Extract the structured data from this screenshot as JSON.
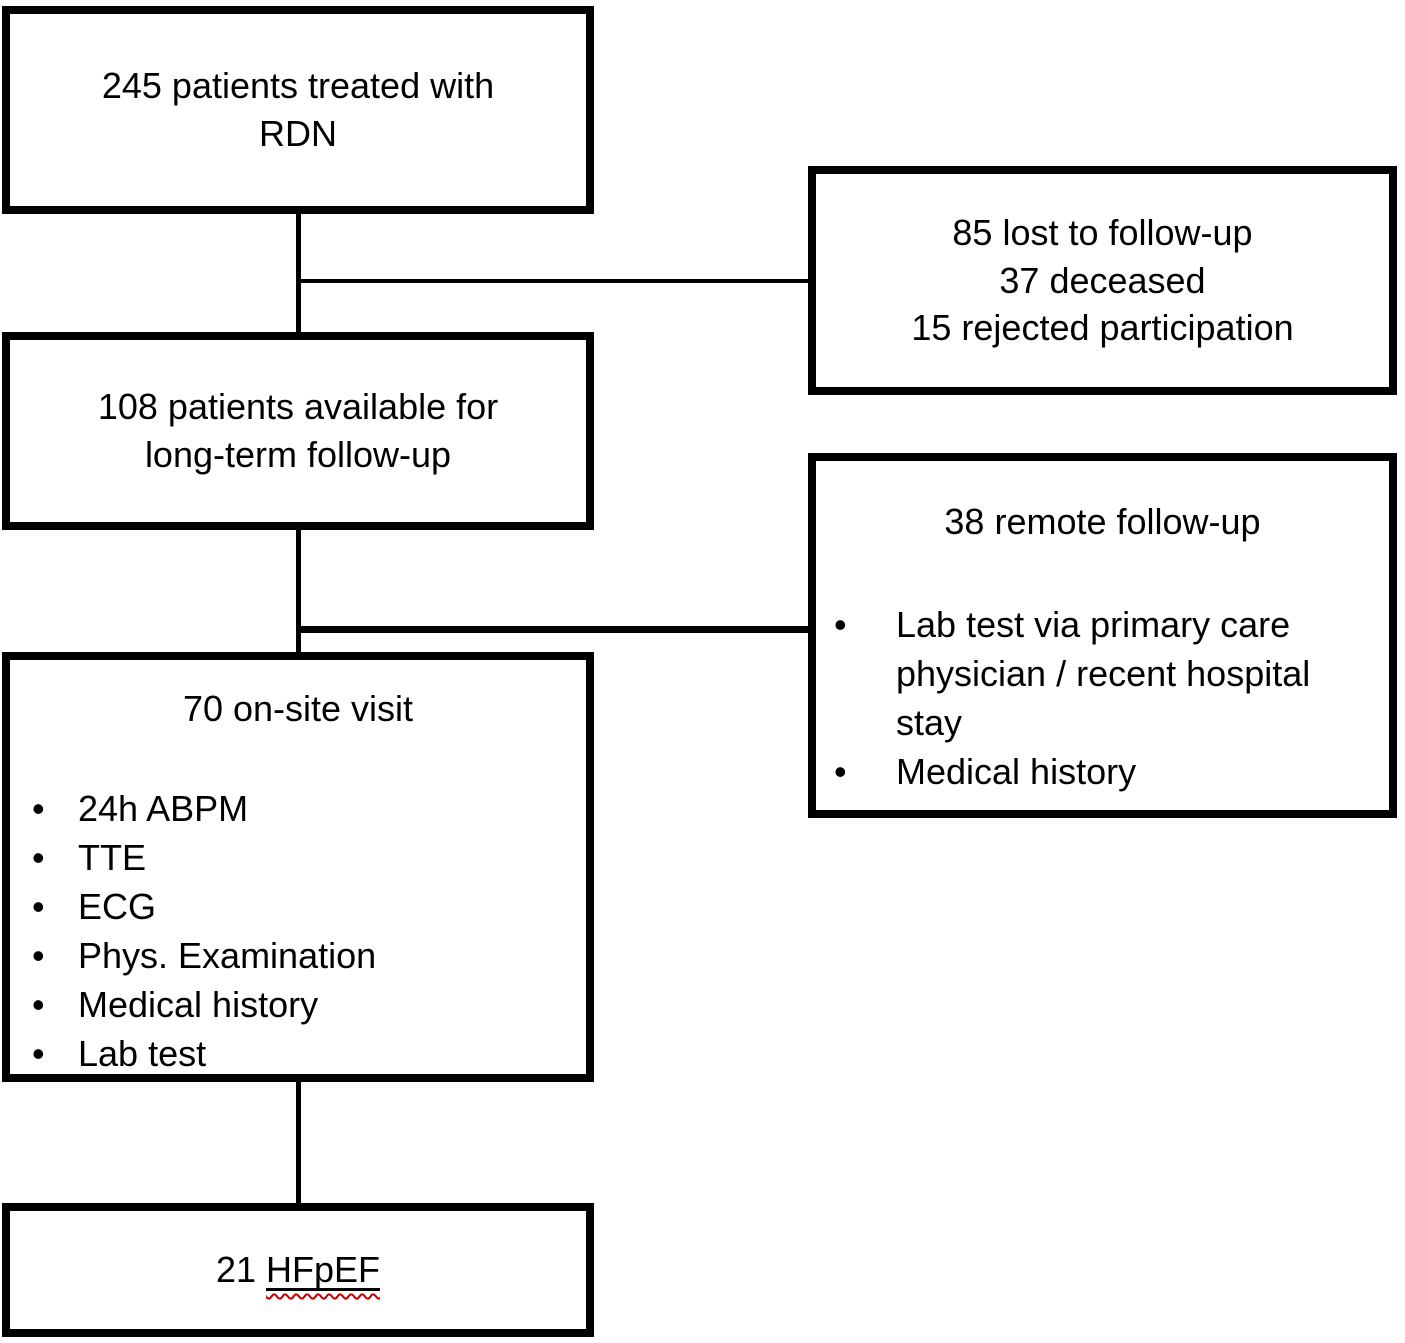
{
  "flowchart": {
    "box_treated": {
      "lines": [
        "245 patients treated with",
        "RDN"
      ]
    },
    "box_excluded": {
      "lines": [
        "85 lost to follow-up",
        "37 deceased",
        "15 rejected participation"
      ]
    },
    "box_available": {
      "lines": [
        "108 patients available for",
        "long-term follow-up"
      ]
    },
    "box_remote": {
      "title": "38 remote follow-up",
      "bullet_marker": "•",
      "bullets": [
        "Lab test via primary care physician / recent hospital stay",
        "Medical history"
      ]
    },
    "box_onsite": {
      "title": "70 on-site visit",
      "bullet_marker": "•",
      "bullets": [
        "24h ABPM",
        "TTE",
        "ECG",
        "Phys. Examination",
        "Medical history",
        "Lab test"
      ]
    },
    "box_hfpef": {
      "prefix": "21 ",
      "underlined_term": "HFpEF"
    },
    "colors": {
      "border": "#000000",
      "text": "#000000",
      "background": "#ffffff",
      "spellcheck_underline": "#c00000"
    }
  }
}
